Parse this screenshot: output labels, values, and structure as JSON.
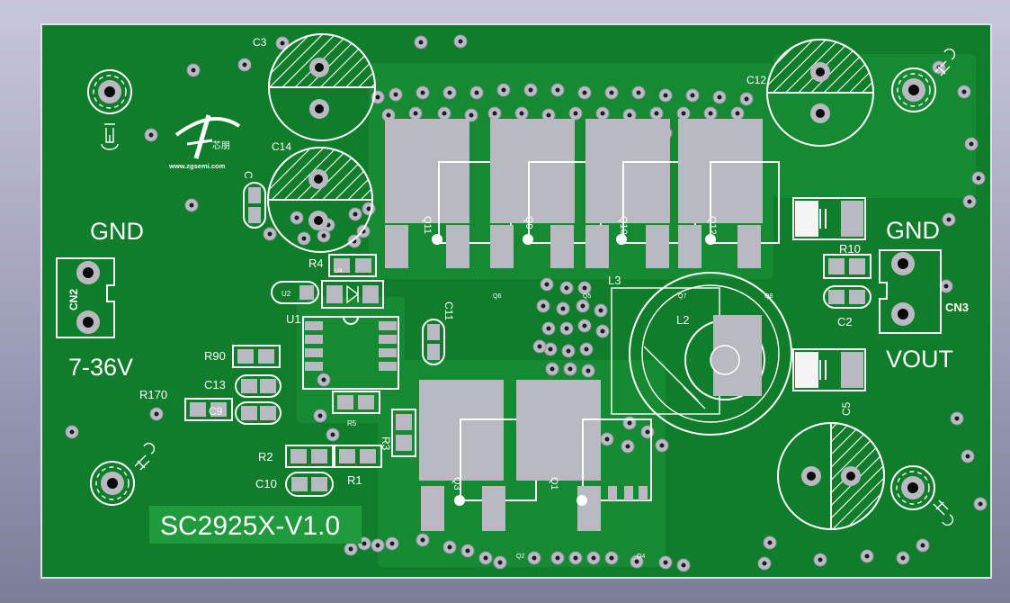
{
  "board": {
    "name": "SC2925X-V1.0",
    "logo_url": "www.zgsemi.com",
    "logo_text": "芯朋",
    "colors": {
      "board": "#0f7d2a",
      "copper": "#1b8f36",
      "silk": "#ffffff",
      "pad": "#b9b9c1",
      "background": "#b4b5cb"
    }
  },
  "labels": {
    "gnd_left": "GND",
    "gnd_right": "GND",
    "vin": "7-36V",
    "vout": "VOUT",
    "cn2": "CN2",
    "cn3": "CN3"
  },
  "refs": {
    "C3": "C3",
    "C14": "C14",
    "C12": "C12",
    "C5": "C5",
    "C2": "C2",
    "C11": "C11",
    "C13": "C13",
    "C9": "C9",
    "C10": "C10",
    "R4": "R4",
    "R90": "R90",
    "R170": "R170",
    "R2": "R2",
    "R1": "R1",
    "R3": "R3",
    "R5": "R5",
    "R10": "R10",
    "U1": "U1",
    "U2": "U2",
    "U4": "U4",
    "L3": "L3",
    "L2": "L2",
    "Q11": "Q11",
    "Q9": "Q9",
    "Q10": "Q10",
    "Q12": "Q12",
    "Q3": "Q3",
    "Q1": "Q1",
    "Q6": "Q6",
    "Q5": "Q5",
    "Q7": "Q7",
    "Q8": "Q8",
    "Q2": "Q2",
    "Q4": "Q4"
  }
}
